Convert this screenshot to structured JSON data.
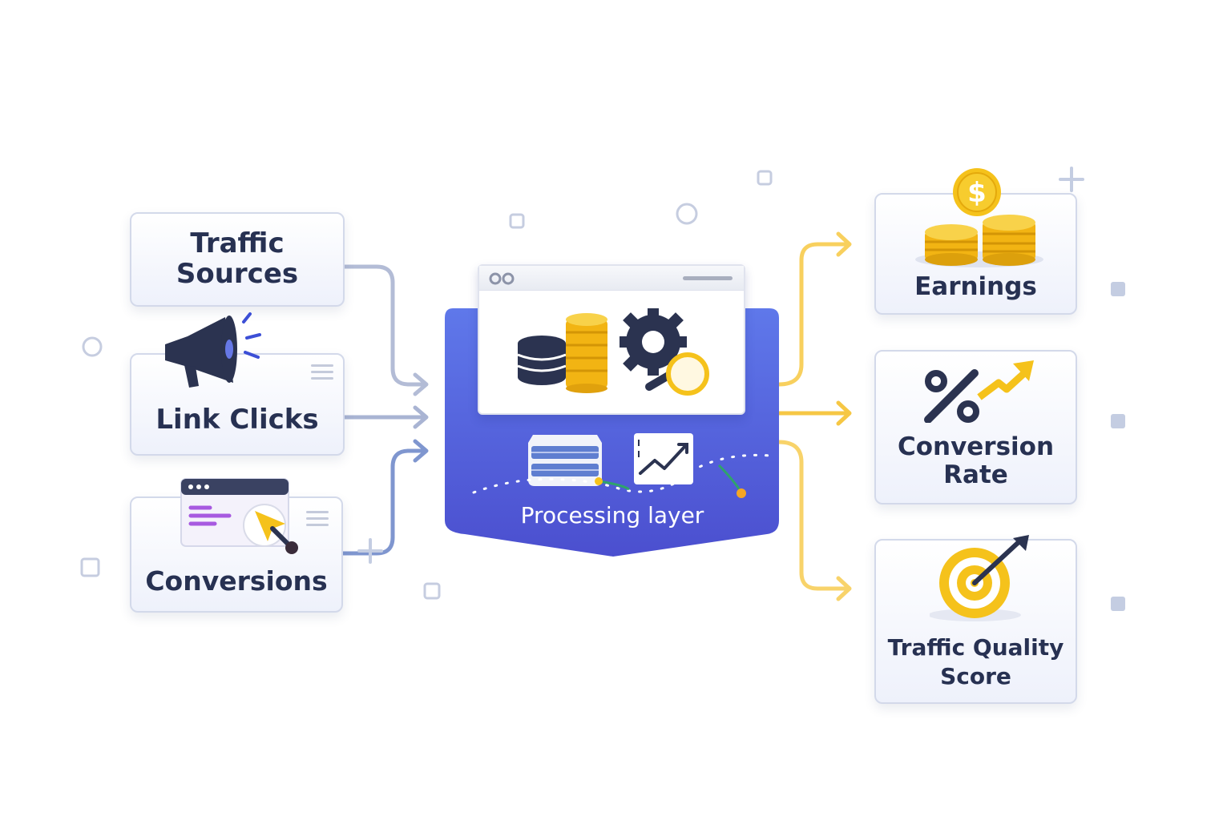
{
  "inputs": {
    "traffic_sources": "Traffic\nSources",
    "link_clicks": "Link Clicks",
    "conversions": "Conversions"
  },
  "processor": {
    "label": "Processing layer"
  },
  "outputs": {
    "earnings": "Earnings",
    "conversion_rate": "Conversion\nRate",
    "traffic_quality_score": "Traffic Quality\nScore"
  },
  "icons": {
    "traffic_sources": "megaphone-icon",
    "conversions": "cursor-window-icon",
    "processor": [
      "database-icon",
      "coin-stack-icon",
      "gear-icon",
      "magnifier-icon",
      "server-icon",
      "trend-chart-icon"
    ],
    "earnings": "dollar-coins-icon",
    "conversion_rate": "percent-arrow-icon",
    "traffic_quality_score": "target-icon"
  },
  "colors": {
    "input_arrows": "#8f9cc3",
    "output_arrows": "#f6c744",
    "processor_fill": "#5462d8",
    "text": "#273152",
    "gold": "#f5c21b"
  }
}
